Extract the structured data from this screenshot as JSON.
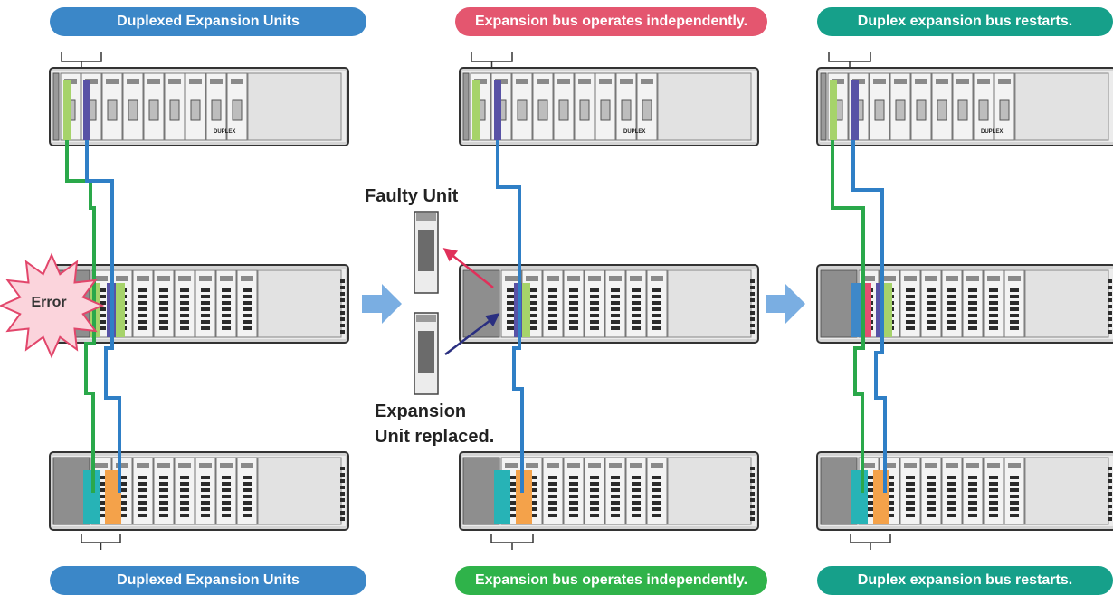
{
  "labels": {
    "top": [
      {
        "text": "Duplexed Expansion Units",
        "color": "#3b87c8"
      },
      {
        "text": "Expansion bus operates independently.",
        "color": "#e4566f"
      },
      {
        "text": "Duplex expansion bus restarts.",
        "color": "#16a08a"
      }
    ],
    "bottom": [
      {
        "text": "Duplexed Expansion Units",
        "color": "#3b87c8"
      },
      {
        "text": "Expansion bus operates independently.",
        "color": "#2fb34a"
      },
      {
        "text": "Duplex expansion bus restarts.",
        "color": "#16a08a"
      }
    ]
  },
  "faulty_unit_label": "Faulty Unit",
  "replaced_label_line1": "Expansion",
  "replaced_label_line2": "Unit replaced.",
  "error_label": "Error",
  "rack_badge": "DUPLEX",
  "colors": {
    "green_cable": "#2aa84a",
    "blue_cable": "#2f7fc6",
    "slot_green": "#a6d36a",
    "slot_purple": "#5852a6",
    "slot_teal": "#27b3b6",
    "slot_orange": "#f4a24a",
    "slot_blue": "#3e88c9",
    "slot_pink": "#e34e72",
    "arrow_blue": "#7aaee2",
    "burst": "#fbd4dc",
    "burst_stroke": "#e2466b"
  }
}
